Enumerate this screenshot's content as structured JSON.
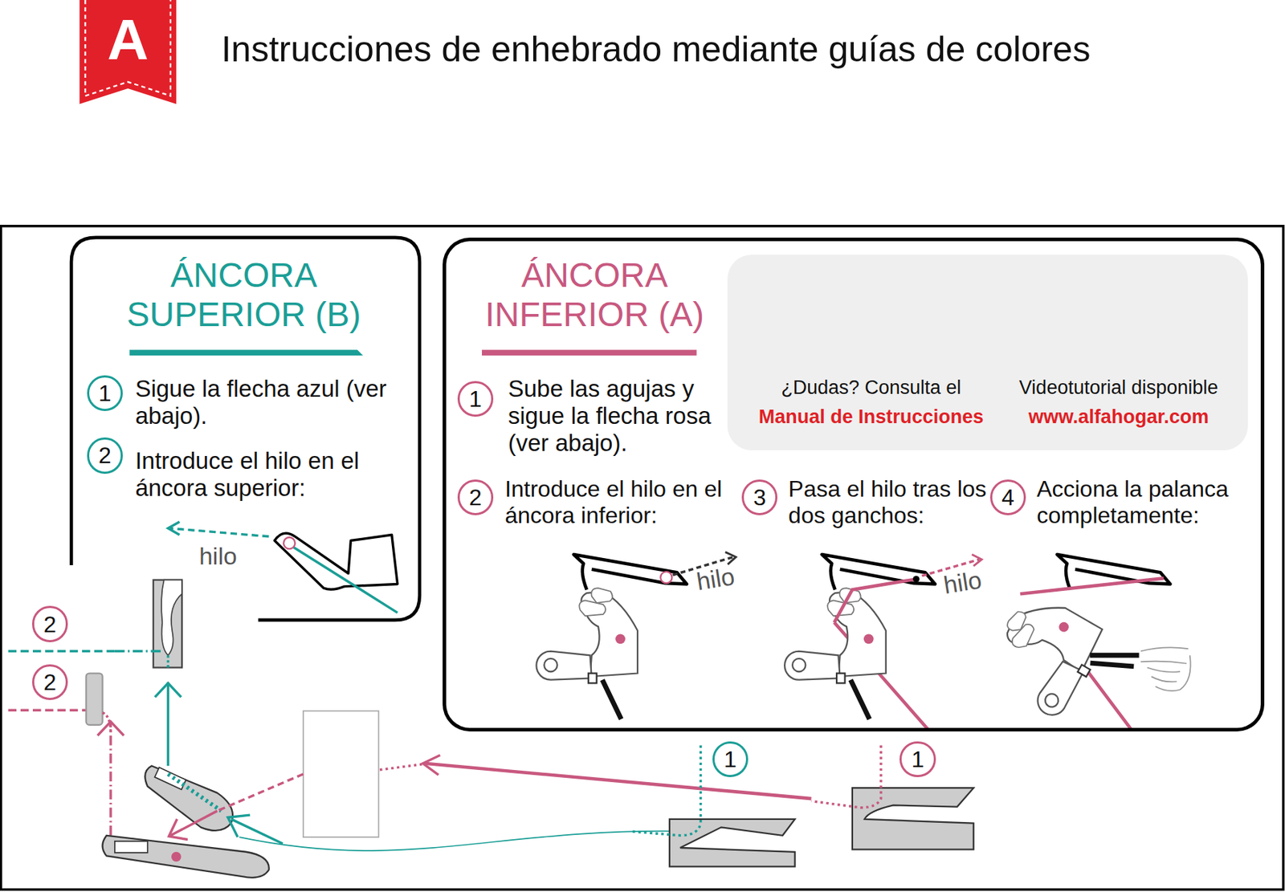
{
  "diagram": {
    "title": "Instrucciones de enhebrado mediante guías de colores",
    "nodes": [
      {
        "text": [
          "A"
        ]
      },
      {
        "text": [
          "ÁNCORA SUPERIOR (B)",
          "Sigue la flecha azul (ver abajo).",
          "Introduce el hilo en el áncora superior:"
        ]
      },
      {
        "text": [
          "1"
        ],
        "in": 1
      },
      {
        "text": [
          "2"
        ],
        "in": 1
      },
      {
        "text": [
          "ÁNCORA INFERIOR (A)",
          "Sube las agujas y sigue la flecha rosa (ver abajo).",
          "Introduce el hilo en el áncora inferior:",
          "Pasa el hilo tras los dos ganchos:",
          "Acciona la palanca completamente:"
        ]
      },
      {
        "text": [
          "¿Dudas? Consulta el",
          "Manual de Instrucciones",
          "Videotutorial disponible",
          "www.alfahogar.com"
        ],
        "in": 4
      },
      {
        "text": [
          "1"
        ],
        "in": 4
      },
      {
        "text": [
          "2"
        ],
        "in": 4
      },
      {
        "text": [
          "3"
        ],
        "in": 4
      },
      {
        "text": [
          "4"
        ],
        "in": 4
      },
      {
        "text": [
          "2"
        ]
      },
      {
        "text": [
          "2"
        ]
      },
      {
        "text": [
          "1"
        ]
      },
      {
        "text": [
          "1"
        ]
      }
    ],
    "labels": [
      "hilo",
      "hilo",
      "hilo"
    ]
  }
}
